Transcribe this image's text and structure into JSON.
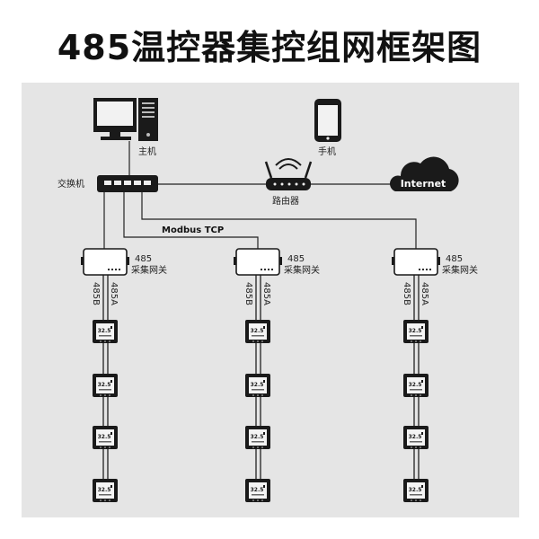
{
  "title": "485温控器集控组网框架图",
  "nodes": {
    "host": "主机",
    "phone": "手机",
    "switch": "交换机",
    "router": "路由器",
    "internet": "Internet",
    "link_label": "Modbus TCP"
  },
  "gateway": {
    "line1": "485",
    "line2": "采集网关"
  },
  "bus": {
    "a": "485A",
    "b": "485B"
  },
  "thermostat": {
    "reading": "32.5"
  },
  "gateway_count": 3,
  "thermostats_per_gateway": 4
}
